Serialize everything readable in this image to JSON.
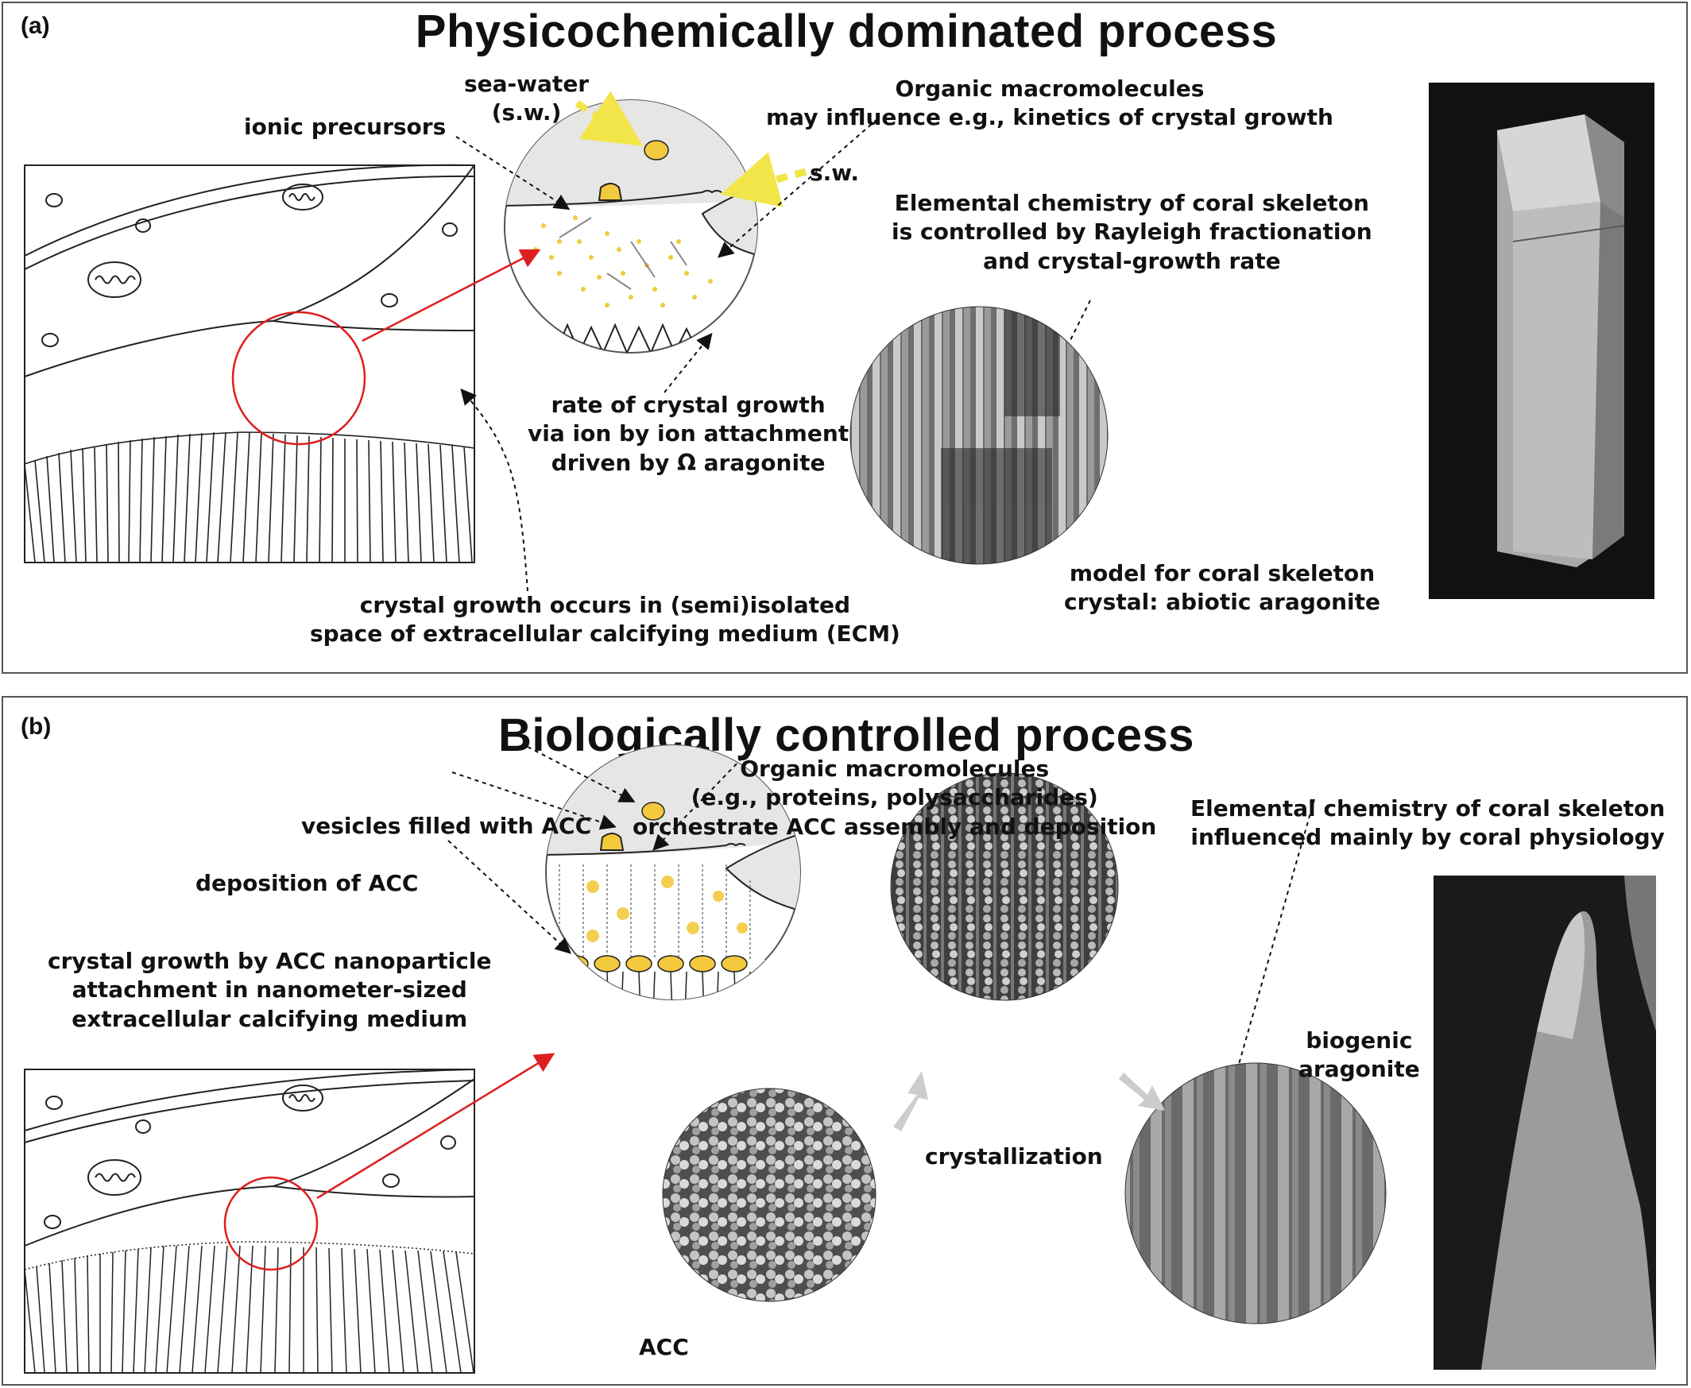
{
  "panel_a": {
    "letter": "(a)",
    "title": "Physicochemically dominated process",
    "labels": {
      "sea_water": [
        "sea-water",
        "(s.w.)"
      ],
      "ionic_precursors": "ionic precursors",
      "organic_macromolecules": [
        "Organic macromolecules",
        "may influence e.g., kinetics of crystal growth"
      ],
      "sw": "s.w.",
      "elemental_chemistry": [
        "Elemental chemistry of coral skeleton",
        "is controlled by Rayleigh fractionation",
        "and crystal-growth rate"
      ],
      "rate_of_growth": [
        "rate of crystal growth",
        "via ion by ion attachment",
        "driven by Ω aragonite"
      ],
      "crystal_growth_space": [
        "crystal growth occurs in (semi)isolated",
        "space of extracellular calcifying medium (ECM)"
      ],
      "model": [
        "model for coral skeleton",
        "crystal: abiotic aragonite"
      ]
    }
  },
  "panel_b": {
    "letter": "(b)",
    "title": "Biologically controlled process",
    "labels": {
      "organic_macromolecules": [
        "Organic macromolecules",
        "(e.g., proteins, polysaccharides)",
        "orchestrate ACC assembly and deposition"
      ],
      "vesicles": "vesicles filled with ACC",
      "deposition": "deposition of ACC",
      "crystal_growth_acc": [
        "crystal growth by ACC nanoparticle",
        "attachment in nanometer-sized",
        "extracellular calcifying medium"
      ],
      "elemental_chemistry": [
        "Elemental chemistry of coral skeleton",
        "influenced mainly by coral physiology"
      ],
      "biogenic": [
        "biogenic",
        "aragonite"
      ],
      "crystallization": "crystallization",
      "acc": "ACC"
    }
  },
  "colors": {
    "arrow_red": "#dd1f1f",
    "precursor_yellow": "#f3c93e",
    "seawater_dash": "#f2e54a",
    "zoom_fill": "#e6e6e4",
    "sem_dark": "#111111"
  }
}
